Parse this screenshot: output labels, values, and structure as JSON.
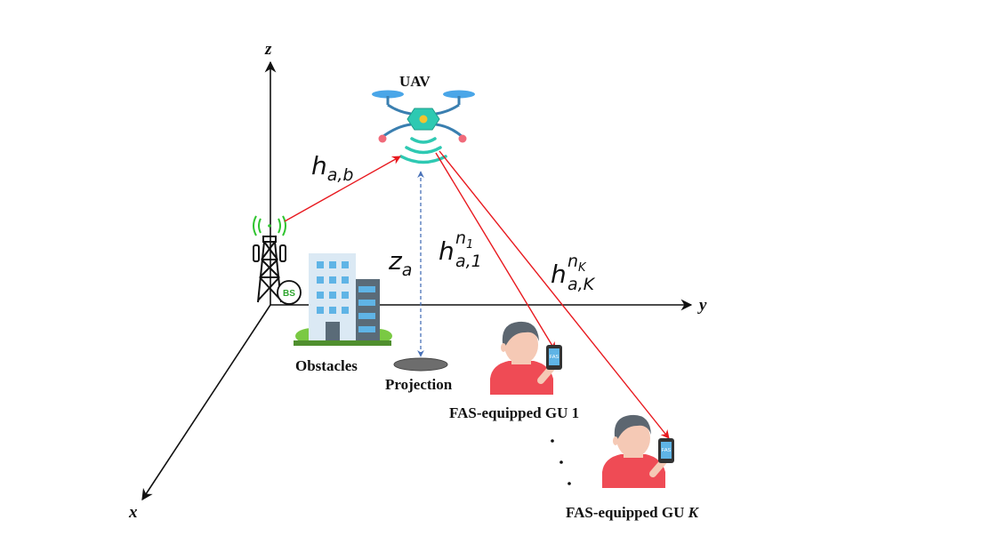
{
  "axes": {
    "x": "x",
    "y": "y",
    "z": "z"
  },
  "labels": {
    "uav": "UAV",
    "bs_badge": "BS",
    "obstacles": "Obstacles",
    "projection": "Projection",
    "gu1": "FAS-equipped GU 1",
    "guK_prefix": "FAS-equipped GU ",
    "guK_index": "K",
    "phone_text": "FAS"
  },
  "math": {
    "h_ab": {
      "base": "h",
      "sub": "a,b"
    },
    "z_a": {
      "base": "z",
      "sub": "a"
    },
    "h_a1": {
      "base": "h",
      "sub": "a,1",
      "sup": "n",
      "supsub": "1"
    },
    "h_aK": {
      "base": "h",
      "sub": "a,K",
      "sup": "n",
      "supsub": "K"
    }
  },
  "colors": {
    "link": "#e8191f",
    "projection_line": "#4a72b8",
    "drone_blue": "#4aa6e8",
    "drone_frame": "#3a7fb0",
    "signal": "#2ec9b2",
    "bs_signal": "#2fc42f",
    "building": "#d7e6f2",
    "window": "#5fb4e6",
    "person_shirt": "#ef4b55",
    "person_hair": "#5c6670",
    "person_skin": "#f5c9b5"
  }
}
